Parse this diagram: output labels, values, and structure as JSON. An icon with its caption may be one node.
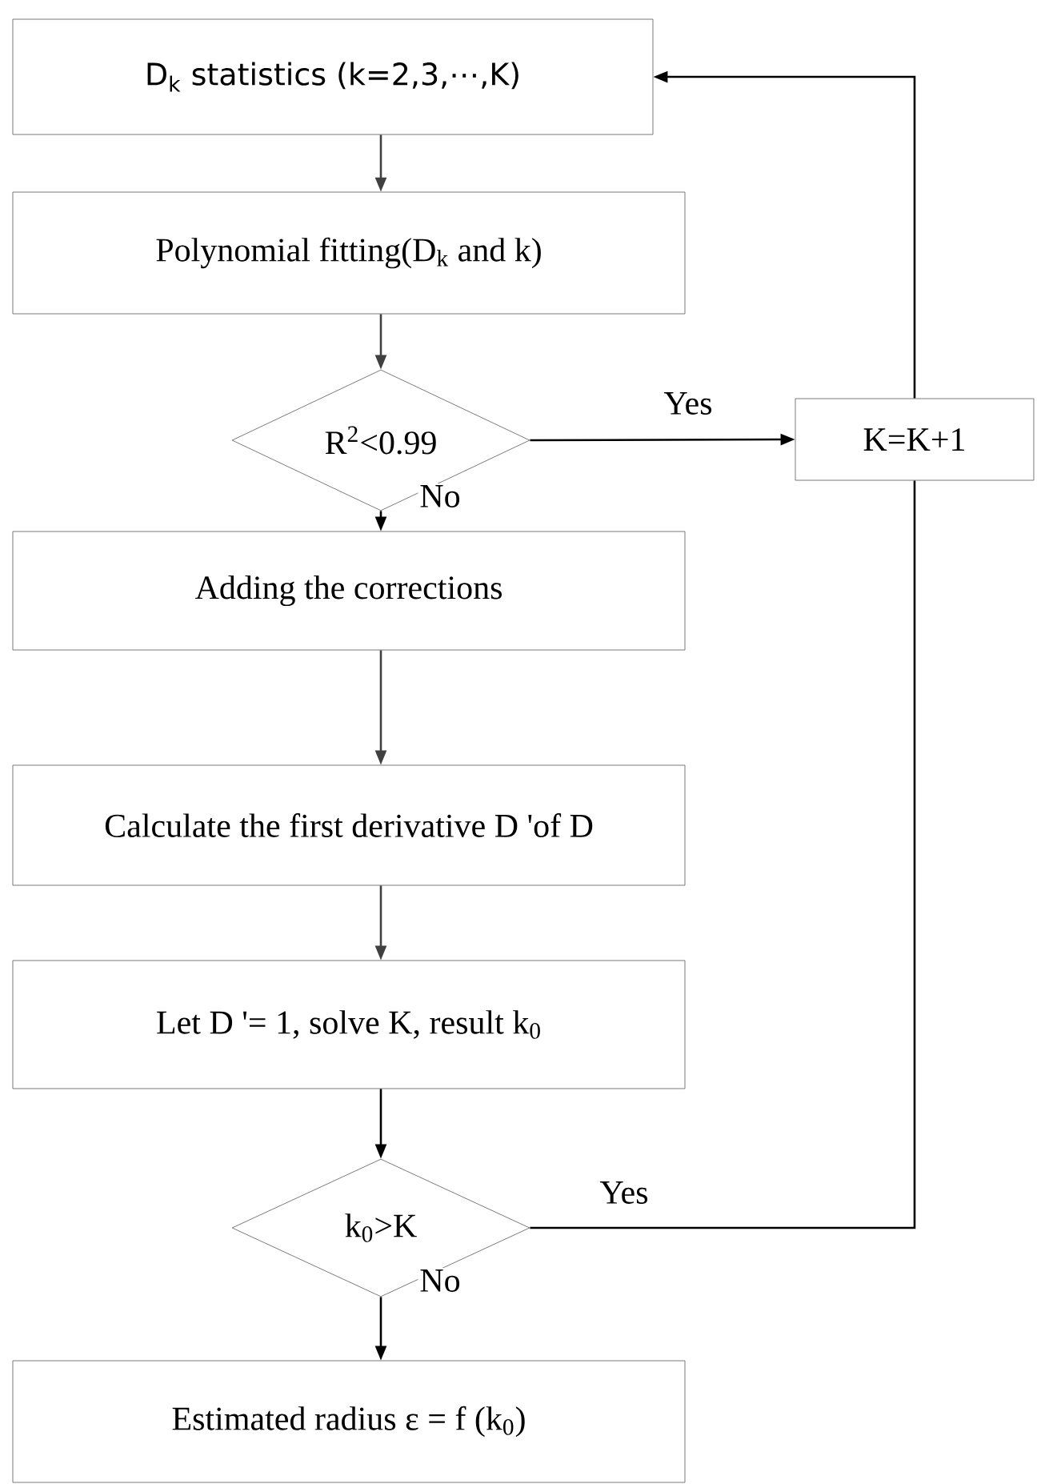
{
  "diagram": {
    "nodes": [
      {
        "text": [
          "D$_{k}$ statistics (k=2,3,⋯,K)"
        ]
      },
      {
        "text": [
          "Polynomial fitting(D$_{k}$ and k)"
        ]
      },
      {
        "text": [
          "R$^{2}$<0.99"
        ]
      },
      {
        "text": [
          "K=K+1"
        ]
      },
      {
        "text": [
          "Adding the corrections"
        ]
      },
      {
        "text": [
          "Calculate the first derivative D 'of D"
        ]
      },
      {
        "text": [
          "Let D '= 1, solve K, result k$_{0}$"
        ]
      },
      {
        "text": [
          "k$_{0}$>K"
        ]
      },
      {
        "text": [
          "Estimated radius ε = f (k$_{0}$)"
        ]
      }
    ],
    "edges": [
      {
        "from": 0,
        "to": 1,
        "arrow": "to",
        "color": "#404040"
      },
      {
        "from": 1,
        "to": 2,
        "arrow": "to",
        "color": "#404040"
      },
      {
        "from": 2,
        "to": 3,
        "arrow": "to",
        "label": "Yes"
      },
      {
        "from": 3,
        "to": 0,
        "arrow": "to"
      },
      {
        "from": 2,
        "to": 4,
        "arrow": "to",
        "label": "No"
      },
      {
        "from": 4,
        "to": 5,
        "arrow": "to",
        "color": "#404040"
      },
      {
        "from": 5,
        "to": 6,
        "arrow": "to",
        "color": "#404040"
      },
      {
        "from": 6,
        "to": 7,
        "arrow": "to"
      },
      {
        "from": 7,
        "to": 3,
        "arrow": "none",
        "label": "Yes"
      },
      {
        "from": 7,
        "to": 8,
        "arrow": "to",
        "label": "No"
      }
    ]
  }
}
